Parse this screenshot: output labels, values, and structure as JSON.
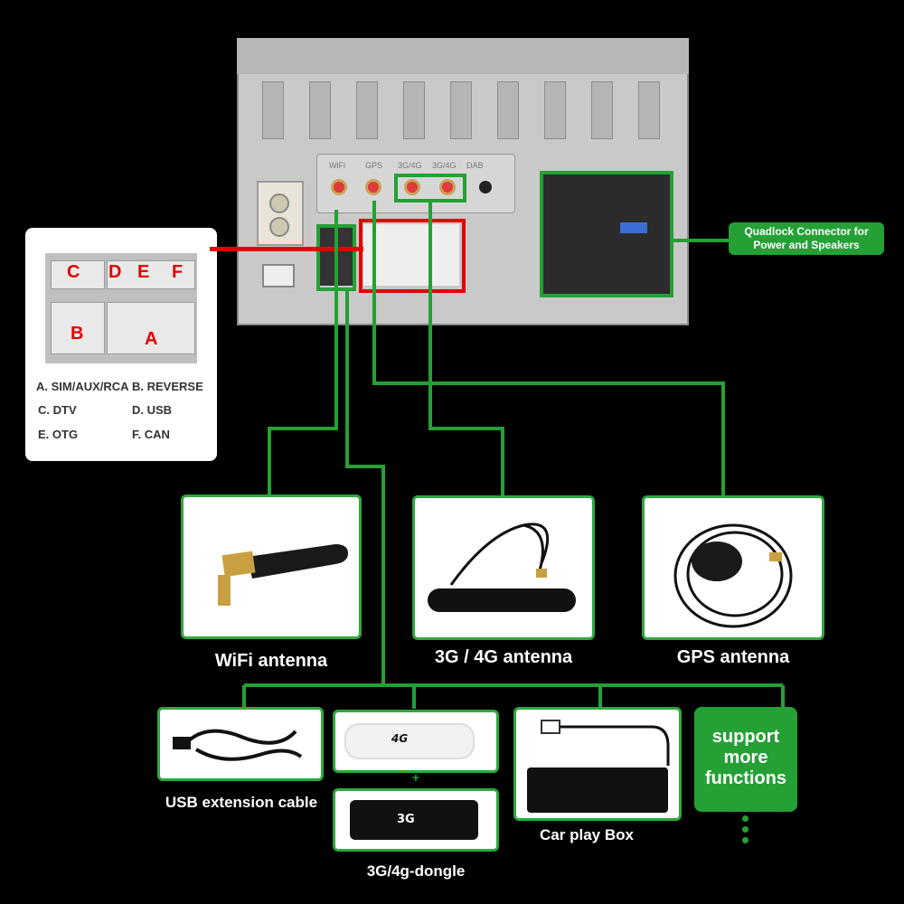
{
  "legend": {
    "pin_letters": [
      "C",
      "D",
      "E",
      "F",
      "B",
      "A"
    ],
    "items": [
      "A. SIM/AUX/RCA",
      "B.  REVERSE",
      "C.  DTV",
      "D.  USB",
      "E.  OTG",
      "F.  CAN"
    ]
  },
  "ports": {
    "labels": [
      "WiFi",
      "GPS",
      "3G/4G",
      "3G/4G",
      "DAB"
    ]
  },
  "quadlock": {
    "label": "Quadlock Connector for Power and Speakers"
  },
  "antennas": [
    {
      "label": "WiFi antenna",
      "icon": "wifi-antenna-icon"
    },
    {
      "label": "3G / 4G antenna",
      "icon": "cellular-antenna-icon"
    },
    {
      "label": "GPS antenna",
      "icon": "gps-antenna-icon"
    }
  ],
  "accessories": {
    "usb_cable": "USB extension cable",
    "dongle_4g_text": "4G",
    "dongle_plus": "+",
    "dongle_3g_text": "3G",
    "dongle_label": "3G/4g-dongle",
    "carplay_label": "Car play Box",
    "support_text": "support more functions"
  },
  "colors": {
    "accent_green": "#25a035",
    "highlight_red": "#e30000",
    "background": "#000000"
  }
}
